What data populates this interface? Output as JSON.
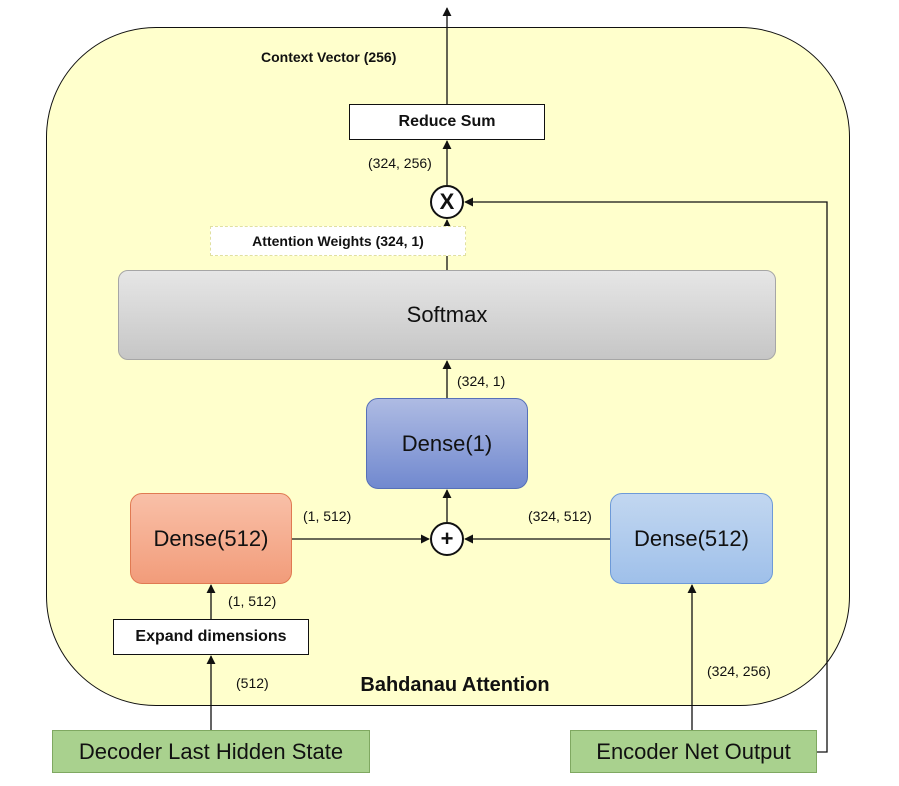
{
  "title": "Bahdanau Attention",
  "outputs": {
    "context_vector": "Context Vector (256)"
  },
  "nodes": {
    "reduce_sum": "Reduce Sum",
    "multiply_op": "X",
    "add_op": "+",
    "softmax": "Softmax",
    "dense_1": "Dense(1)",
    "dense_512_decoder": "Dense(512)",
    "dense_512_encoder": "Dense(512)",
    "expand_dims": "Expand dimensions",
    "decoder_input": "Decoder Last Hidden State",
    "encoder_input": "Encoder Net Output"
  },
  "labels": {
    "attention_weights": "Attention Weights (324, 1)",
    "shape_reduce_in": "(324, 256)",
    "shape_dense1_out": "(324, 1)",
    "shape_decoder_dense_out": "(1, 512)",
    "shape_encoder_dense_out": "(324, 512)",
    "shape_expand_out": "(1, 512)",
    "shape_decoder_in": "(512)",
    "shape_encoder_in": "(324, 256)"
  }
}
